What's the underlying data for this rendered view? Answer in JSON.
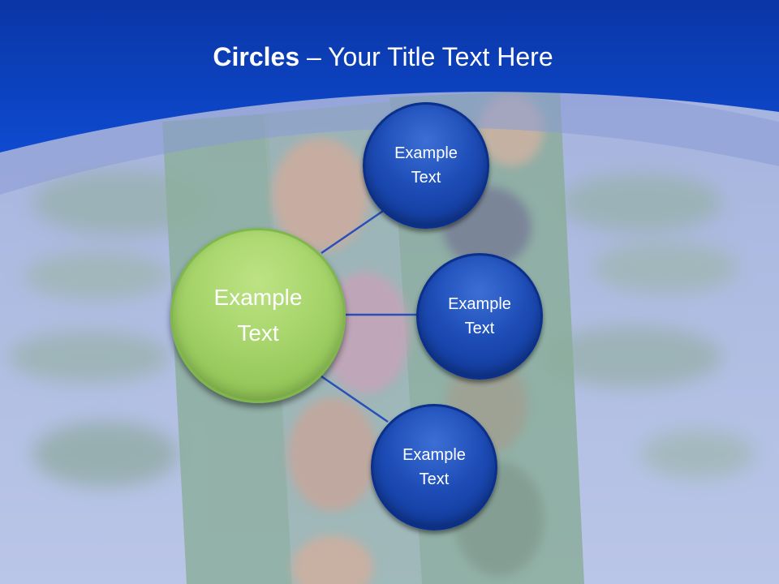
{
  "slide": {
    "title_bold": "Circles",
    "title_rest": " – Your Title Text Here"
  },
  "diagram": {
    "center": {
      "line1": "Example",
      "line2": "Text"
    },
    "nodes": [
      {
        "line1": "Example",
        "line2": "Text"
      },
      {
        "line1": "Example",
        "line2": "Text"
      },
      {
        "line1": "Example",
        "line2": "Text"
      }
    ]
  },
  "colors": {
    "banner": "#0b3fbf",
    "center_circle": "#9fcf63",
    "node_circle": "#1a47b0",
    "connector": "#2a4fb8"
  }
}
